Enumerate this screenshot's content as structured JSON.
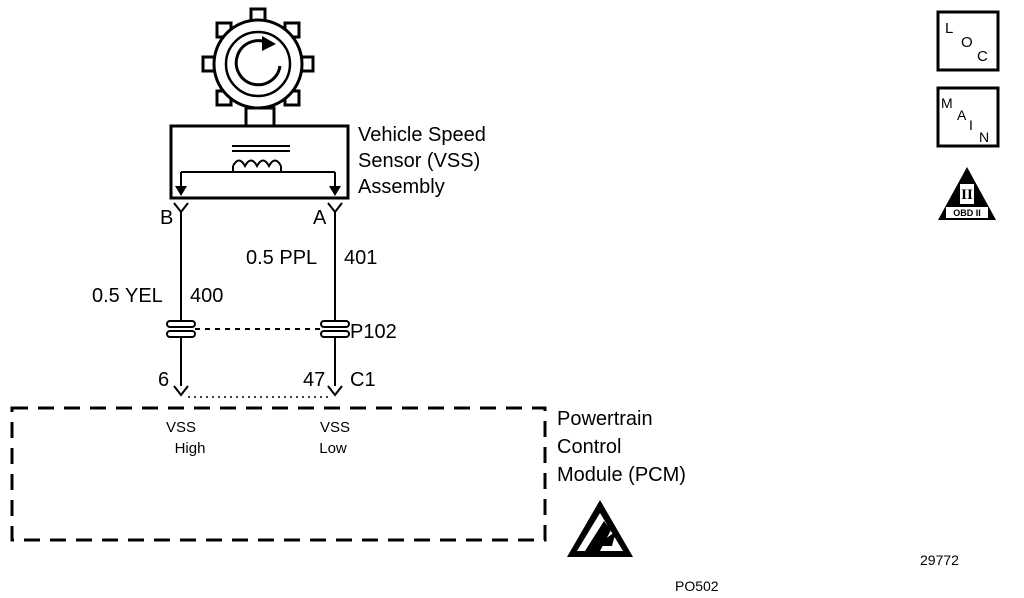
{
  "sensor": {
    "name_line1": "Vehicle Speed",
    "name_line2": "Sensor (VSS)",
    "name_line3": "Assembly",
    "pin_b": "B",
    "pin_a": "A"
  },
  "wires": {
    "left_gauge": "0.5 YEL",
    "left_circuit": "400",
    "right_gauge": "0.5 PPL",
    "right_circuit": "401",
    "connector": "P102"
  },
  "terminals": {
    "left_pin": "6",
    "right_pin": "47",
    "connector": "C1"
  },
  "pcm": {
    "name_line1": "Powertrain",
    "name_line2": "Control",
    "name_line3": "Module (PCM)",
    "left_signal_line1": "VSS",
    "left_signal_line2": "High",
    "right_signal_line1": "VSS",
    "right_signal_line2": "Low"
  },
  "icons": {
    "loc": [
      "L",
      "O",
      "C"
    ],
    "main": [
      "M",
      "A",
      "I",
      "N"
    ],
    "obd": {
      "top": "II",
      "bottom": "OBD II"
    },
    "esd": "esd-warning-icon"
  },
  "figure_number": "29772",
  "code": "PO502"
}
